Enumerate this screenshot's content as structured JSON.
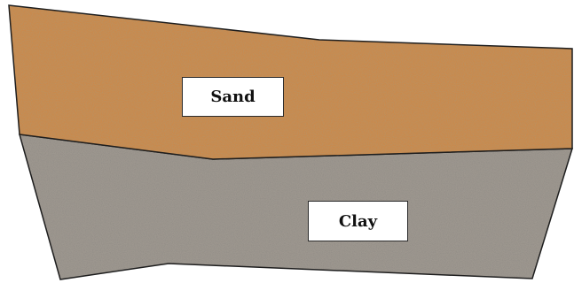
{
  "layers": [
    {
      "id": "sand",
      "label": "Sand",
      "fill": "#c98a4e",
      "speckle_dark": "#7a4a22",
      "speckle_light": "#e8bf8a"
    },
    {
      "id": "clay",
      "label": "Clay",
      "fill": "#9d978f",
      "speckle_dark": "#4f4a45",
      "speckle_light": "#d6d1c9"
    }
  ],
  "outline_color": "#1e1e1e"
}
